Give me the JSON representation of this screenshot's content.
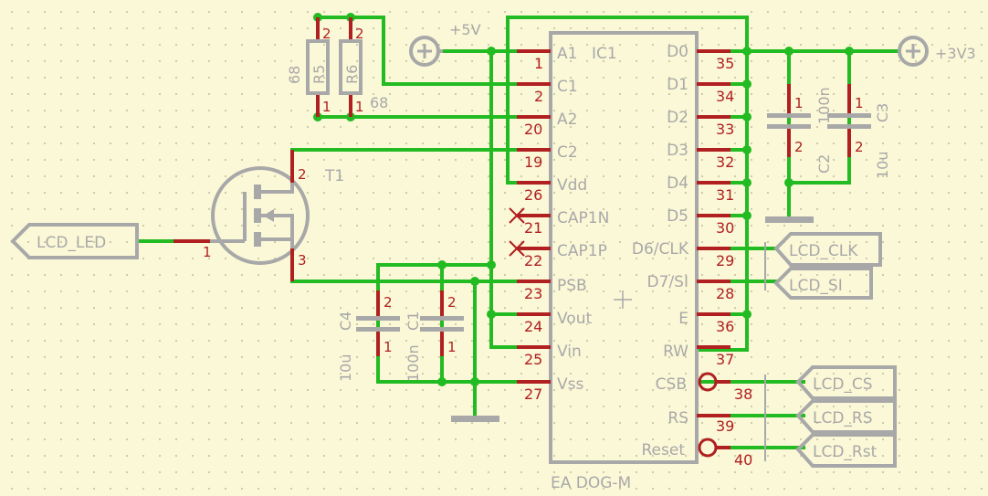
{
  "chip": {
    "name": "IC1",
    "value": "EA DOG-M",
    "left_pins": [
      {
        "label": "A1",
        "num": "1"
      },
      {
        "label": "C1",
        "num": "2"
      },
      {
        "label": "A2",
        "num": "20"
      },
      {
        "label": "C2",
        "num": "19"
      },
      {
        "label": "Vdd",
        "num": "26"
      },
      {
        "label": "CAP1N",
        "num": "21"
      },
      {
        "label": "CAP1P",
        "num": "22"
      },
      {
        "label": "PSB",
        "num": "23"
      },
      {
        "label": "Vout",
        "num": "24"
      },
      {
        "label": "Vin",
        "num": "25"
      },
      {
        "label": "Vss",
        "num": "27"
      }
    ],
    "right_pins": [
      {
        "label": "D0",
        "num": "35"
      },
      {
        "label": "D1",
        "num": "34"
      },
      {
        "label": "D2",
        "num": "33"
      },
      {
        "label": "D3",
        "num": "32"
      },
      {
        "label": "D4",
        "num": "31"
      },
      {
        "label": "D5",
        "num": "30"
      },
      {
        "label": "D6/CLK",
        "num": "29"
      },
      {
        "label": "D7/SI",
        "num": "28"
      },
      {
        "label": "E",
        "num": "36"
      },
      {
        "label": "RW",
        "num": "37"
      },
      {
        "label": "CSB",
        "num": "38"
      },
      {
        "label": "RS",
        "num": "39"
      },
      {
        "label": "Reset",
        "num": "40"
      }
    ]
  },
  "resistors": [
    {
      "name": "R5",
      "value": "68",
      "pin_top": "2",
      "pin_bottom": "1"
    },
    {
      "name": "R6",
      "value": "68",
      "pin_top": "2",
      "pin_bottom": "1"
    }
  ],
  "capacitors": [
    {
      "name": "C4",
      "value": "10u",
      "pin_top": "2",
      "pin_bottom": "1"
    },
    {
      "name": "C1",
      "value": "100n",
      "pin_top": "2",
      "pin_bottom": "1"
    },
    {
      "name": "C2",
      "value": "100n",
      "pin_top": "1",
      "pin_bottom": "2"
    },
    {
      "name": "C3",
      "value": "10u",
      "pin_top": "1",
      "pin_bottom": "2"
    }
  ],
  "transistor": {
    "name": "T1",
    "pin_gate": "1",
    "pin_drain": "2",
    "pin_source": "3"
  },
  "supplies": {
    "vcc5": "+5V",
    "vcc33": "+3V3"
  },
  "labels": {
    "lcd_led": "LCD_LED",
    "lcd_clk": "LCD_CLK",
    "lcd_si": "LCD_SI",
    "lcd_cs": "LCD_CS",
    "lcd_rs": "LCD_RS",
    "lcd_rst": "LCD_Rst"
  },
  "colors": {
    "background": "#fbf8d7",
    "wire": "#22bb22",
    "pin": "#b02020",
    "symbol": "#a8a8a8"
  }
}
